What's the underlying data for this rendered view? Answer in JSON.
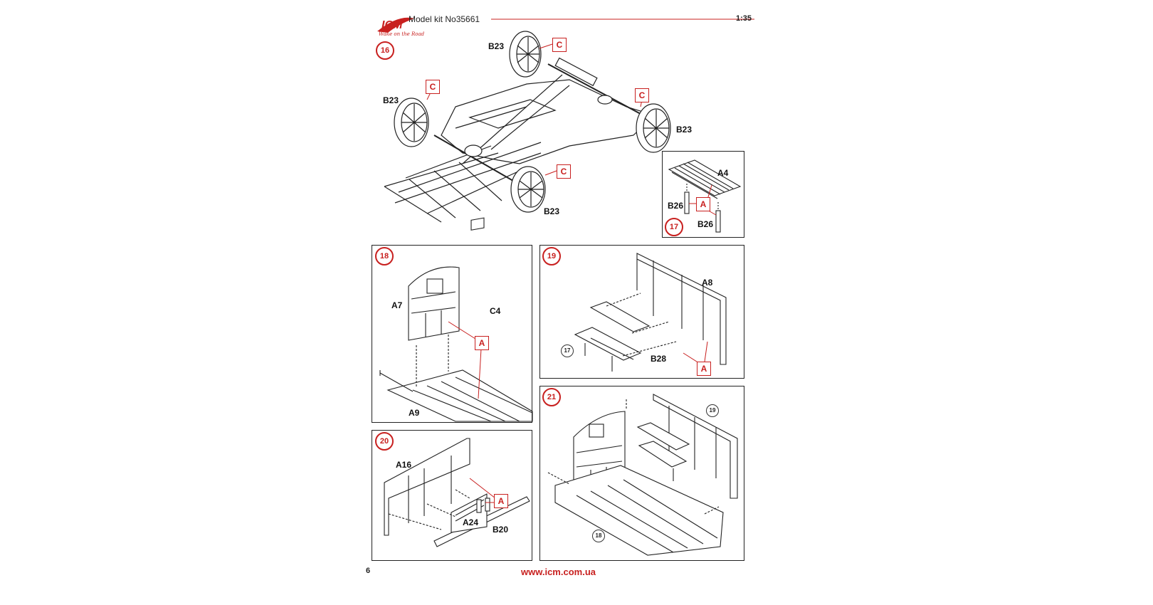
{
  "header": {
    "logo": "ICM",
    "logo_tagline": "Wake on the Road",
    "model_kit": "Model kit No35661",
    "scale": "1:35"
  },
  "steps": {
    "s16": "16",
    "s17": "17",
    "s18": "18",
    "s19": "19",
    "s20": "20",
    "s21": "21"
  },
  "refs": {
    "r17": "17",
    "r19": "19",
    "r18": "18"
  },
  "labels": {
    "b23": "B23",
    "a4": "A4",
    "b26": "B26",
    "a7": "A7",
    "c4": "C4",
    "a9": "A9",
    "a8": "A8",
    "b28": "B28",
    "a16": "A16",
    "a24": "A24",
    "b20": "B20"
  },
  "parts": {
    "c": "C",
    "a": "A"
  },
  "footer": {
    "page": "6",
    "url": "www.icm.com.ua"
  },
  "colors": {
    "accent": "#c8201f",
    "line": "#222222"
  }
}
